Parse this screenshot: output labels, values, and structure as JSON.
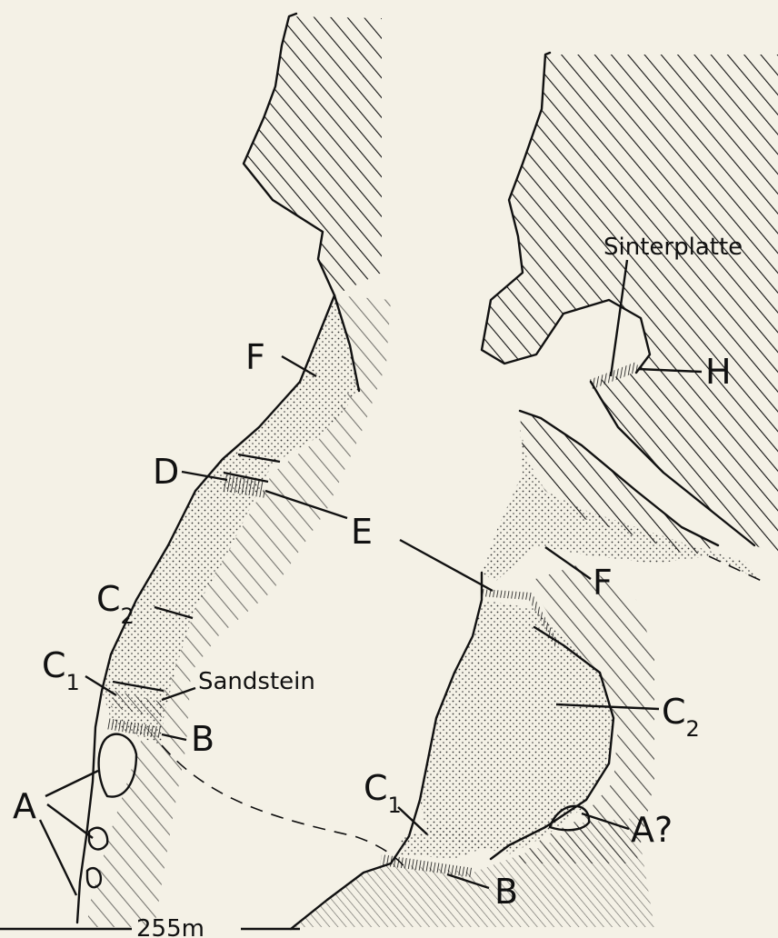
{
  "labels": {
    "F_left": "F",
    "D": "D",
    "E": "E",
    "C": "C",
    "sub_2": "2",
    "sub_1": "1",
    "sandstein": "Sandstein",
    "B": "B",
    "A": "A",
    "sinterplatte": "Sinterplatte",
    "H": "H",
    "F_right": "F",
    "A_query": "A?",
    "scale": "255m"
  },
  "colors": {
    "ink": "#111111",
    "paper": "#f4f1e6"
  }
}
